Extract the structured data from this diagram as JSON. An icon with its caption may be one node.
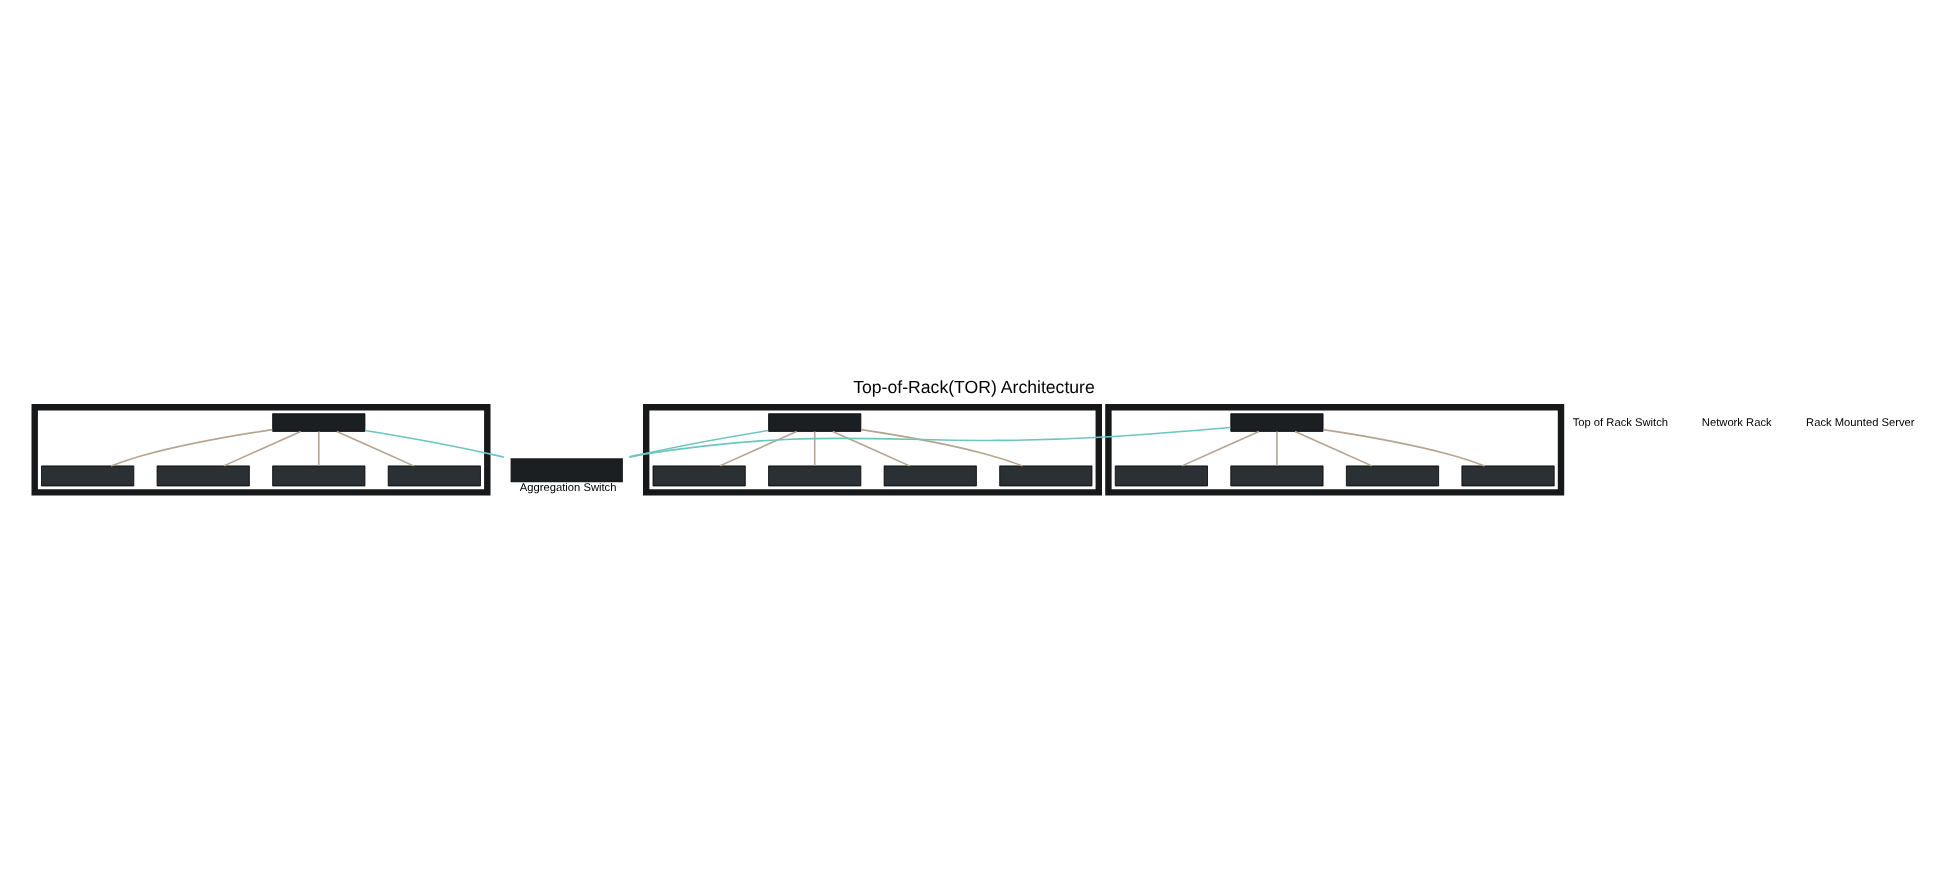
{
  "diagram": {
    "title": "Top-of-Rack(TOR) Architecture",
    "nodes": [
      {
        "text": [],
        "shape": "box"
      },
      {
        "text": [],
        "shape": "box",
        "in": 0
      },
      {
        "text": [],
        "shape": "box",
        "in": 0
      },
      {
        "text": [],
        "shape": "box",
        "in": 0
      },
      {
        "text": [],
        "shape": "box",
        "in": 0
      },
      {
        "text": [],
        "shape": "box",
        "in": 0
      },
      {
        "text": [],
        "shape": "box"
      },
      {
        "text": [],
        "shape": "box",
        "in": 6
      },
      {
        "text": [],
        "shape": "box",
        "in": 6
      },
      {
        "text": [],
        "shape": "box",
        "in": 6
      },
      {
        "text": [],
        "shape": "box",
        "in": 6
      },
      {
        "text": [],
        "shape": "box",
        "in": 6
      },
      {
        "text": [],
        "shape": "box"
      },
      {
        "text": [],
        "shape": "box",
        "in": 12
      },
      {
        "text": [],
        "shape": "box",
        "in": 12
      },
      {
        "text": [],
        "shape": "box",
        "in": 12
      },
      {
        "text": [],
        "shape": "box",
        "in": 12
      },
      {
        "text": [],
        "shape": "box",
        "in": 12
      },
      {
        "text": [
          "Aggregation Switch"
        ]
      }
    ],
    "edges": [
      {
        "from": 1,
        "to": 2,
        "arrow": "none"
      },
      {
        "from": 1,
        "to": 3,
        "arrow": "none"
      },
      {
        "from": 1,
        "to": 4,
        "arrow": "none"
      },
      {
        "from": 1,
        "to": 5,
        "arrow": "none"
      },
      {
        "from": 7,
        "to": 8,
        "arrow": "none"
      },
      {
        "from": 7,
        "to": 9,
        "arrow": "none"
      },
      {
        "from": 7,
        "to": 10,
        "arrow": "none"
      },
      {
        "from": 7,
        "to": 11,
        "arrow": "none"
      },
      {
        "from": 13,
        "to": 14,
        "arrow": "none"
      },
      {
        "from": 13,
        "to": 15,
        "arrow": "none"
      },
      {
        "from": 13,
        "to": 16,
        "arrow": "none"
      },
      {
        "from": 13,
        "to": 17,
        "arrow": "none"
      },
      {
        "from": 1,
        "to": 18,
        "arrow": "none",
        "color": "#6cc5bf"
      },
      {
        "from": 7,
        "to": 18,
        "arrow": "none",
        "color": "#6cc5bf"
      },
      {
        "from": 13,
        "to": 18,
        "arrow": "none",
        "color": "#6cc5bf"
      }
    ],
    "labels": [
      "Top of Rack Switch",
      "Network Rack",
      "Rack Mounted Server"
    ]
  }
}
